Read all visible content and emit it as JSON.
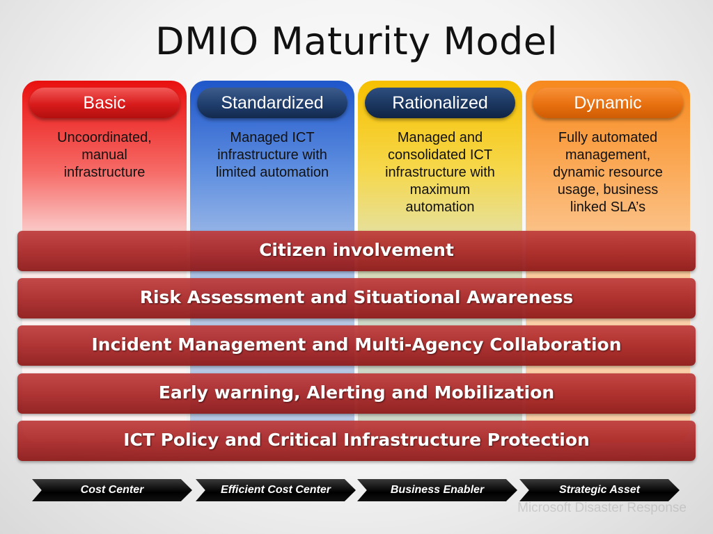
{
  "title": "DMIO Maturity Model",
  "columns": [
    {
      "heading": "Basic",
      "description": "Uncoordinated,\nmanual\ninfrastructure"
    },
    {
      "heading": "Standardized",
      "description": "Managed ICT\ninfrastructure  with\nlimited automation"
    },
    {
      "heading": "Rationalized",
      "description": "Managed and\nconsolidated ICT\ninfrastructure with\nmaximum\nautomation"
    },
    {
      "heading": "Dynamic",
      "description": "Fully automated\nmanagement,\ndynamic resource\nusage, business\nlinked SLA’s"
    }
  ],
  "bands": [
    "Citizen involvement",
    "Risk Assessment and Situational Awareness",
    "Incident Management and Multi-Agency Collaboration",
    "Early warning, Alerting and Mobilization",
    "ICT Policy and Critical Infrastructure Protection"
  ],
  "stages": [
    "Cost Center",
    "Efficient Cost Center",
    "Business Enabler",
    "Strategic Asset"
  ],
  "watermark": "Microsoft Disaster Response",
  "colors": {
    "basic": "#e8100f",
    "standardized": "#1f56c9",
    "rationalized": "#f6c000",
    "dynamic": "#f7891e",
    "band": "#aa2626"
  }
}
